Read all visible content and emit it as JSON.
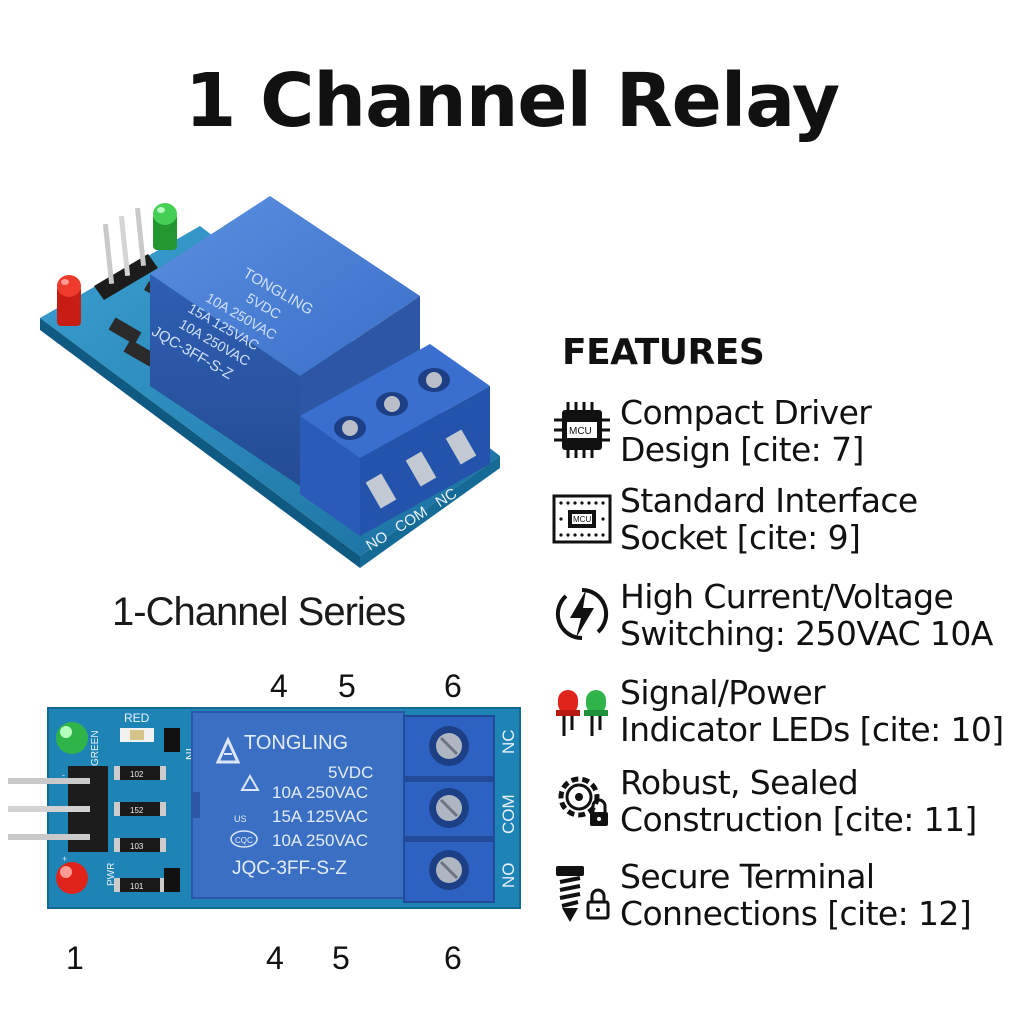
{
  "title": "1 Channel Relay",
  "series_label": "1-Channel Series",
  "relay": {
    "brand": "TONGLING",
    "voltage": "5VDC",
    "rating_1": "10A 250VAC",
    "rating_2": "15A 125VAC",
    "rating_3": "10A 250VAC",
    "model": "JQC-3FF-S-Z",
    "cert_marks": "US",
    "cqc": "CQC"
  },
  "terminals": {
    "no": "NO",
    "com": "COM",
    "nc": "NC"
  },
  "board_labels": {
    "red": "RED",
    "green": "GREEN",
    "in": "IN",
    "pwr": "PWR",
    "r1": "102",
    "r2": "152",
    "r3": "103",
    "r4": "101",
    "pin_minus": "-",
    "pin_plus": "+"
  },
  "pin_numbers": {
    "top_a": "4",
    "top_b": "5",
    "top_c": "6",
    "bottom_1": "1",
    "bottom_a": "4",
    "bottom_b": "5",
    "bottom_c": "6"
  },
  "features_heading": "FEATURES",
  "features": [
    {
      "icon": "mcu-chip-icon",
      "line1": "Compact Driver",
      "line2": "Design [cite: 7]",
      "chip_text": "MCU"
    },
    {
      "icon": "socket-board-icon",
      "line1": "Standard Interface",
      "line2": "Socket [cite: 9]",
      "chip_text": "MCU"
    },
    {
      "icon": "lightning-icon",
      "line1": "High Current/Voltage",
      "line2": "Switching: 250VAC 10A"
    },
    {
      "icon": "led-pair-icon",
      "line1": "Signal/Power",
      "line2": "Indicator LEDs [cite: 10]"
    },
    {
      "icon": "gear-lock-icon",
      "line1": "Robust, Sealed",
      "line2": "Construction [cite: 11]"
    },
    {
      "icon": "screw-lock-icon",
      "line1": "Secure Terminal",
      "line2": "Connections [cite: 12]"
    }
  ],
  "colors": {
    "pcb": "#1e84b5",
    "relay_body": "#3a6fc4",
    "terminal_block": "#2e62c2",
    "led_red": "#e0241b",
    "led_green": "#2fb44a"
  }
}
